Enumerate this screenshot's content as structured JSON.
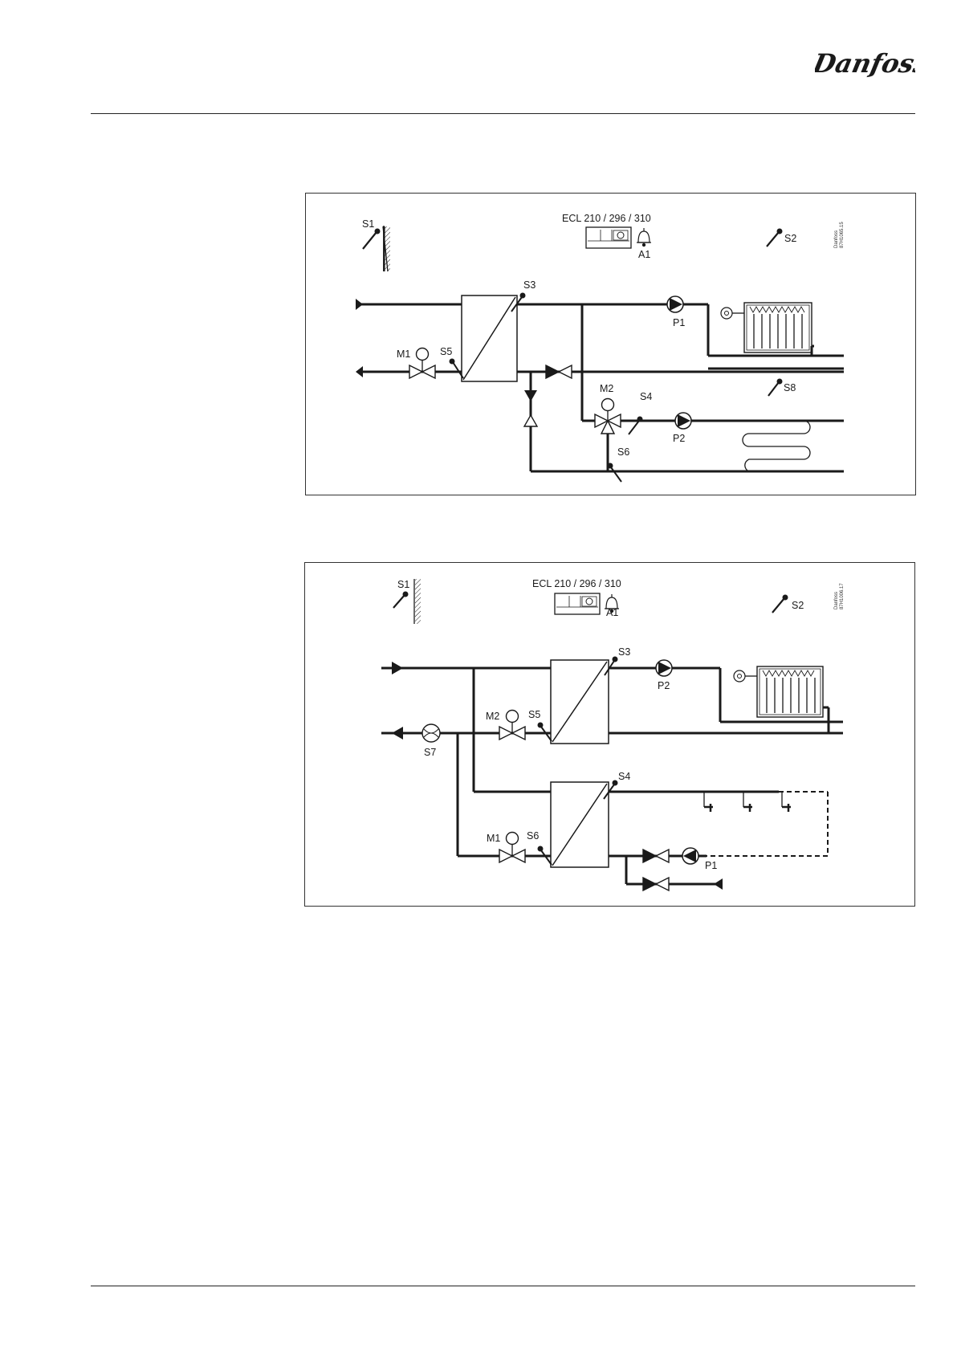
{
  "brand": {
    "logo_text": "Danfoss",
    "logo_color": "#1a1a1a"
  },
  "diagram1": {
    "controller": "ECL 210 / 296 / 310",
    "alarm": "A1",
    "sensors": {
      "s1": "S1",
      "s2": "S2",
      "s3": "S3",
      "s4": "S4",
      "s5": "S5",
      "s6": "S6",
      "s8": "S8"
    },
    "valves": {
      "m1": "M1",
      "m2": "M2"
    },
    "pumps": {
      "p1": "P1",
      "p2": "P2"
    },
    "ref_code": {
      "line1": "Danfoss",
      "line2": "87H1065.15"
    }
  },
  "diagram2": {
    "controller": "ECL 210 / 296 / 310",
    "alarm": "A1",
    "sensors": {
      "s1": "S1",
      "s2": "S2",
      "s3": "S3",
      "s4": "S4",
      "s5": "S5",
      "s6": "S6",
      "s7": "S7"
    },
    "valves": {
      "m1": "M1",
      "m2": "M2"
    },
    "pumps": {
      "p1": "P1",
      "p2": "P2"
    },
    "ref_code": {
      "line1": "Danfoss",
      "line2": "87H1006.17"
    }
  }
}
